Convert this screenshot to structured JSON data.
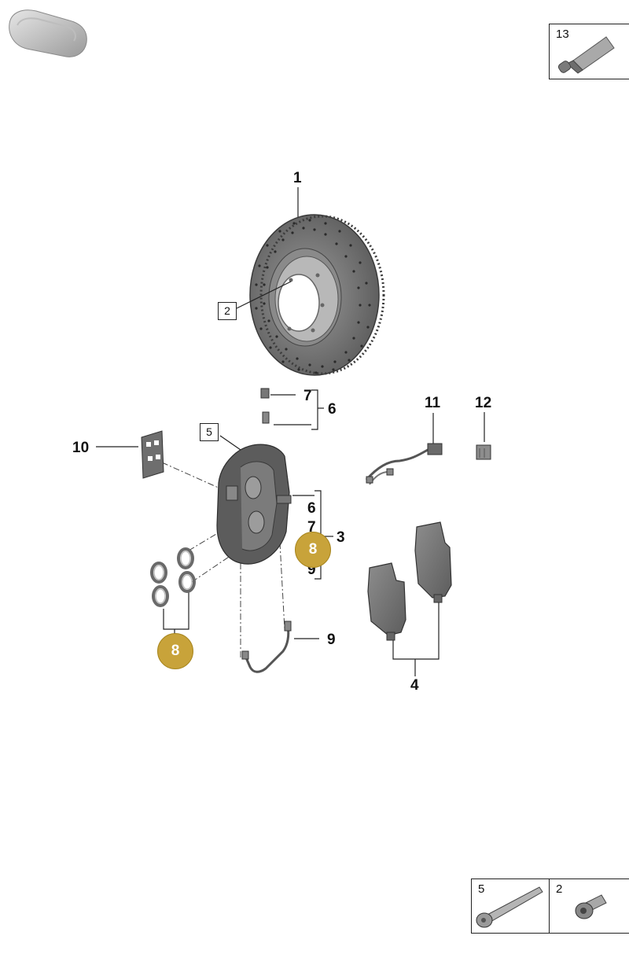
{
  "callouts": {
    "disc": "1",
    "disc_ref_box": "2",
    "caliper_assembly": "3",
    "brake_pads": "4",
    "caliper_ref_box": "5",
    "bleeder_set_top": "6",
    "bleeder_valve_top": "7",
    "seal_kit_badge_right": "8",
    "brake_line": "9",
    "pad_spring": "10",
    "wear_sensor": "11",
    "clip": "12",
    "caliper_group_6": "6",
    "caliper_group_7": "7",
    "caliper_group_9": "9",
    "seal_kit_badge_left": "8"
  },
  "lubricant_box": {
    "number": "13"
  },
  "bottom_boxes": {
    "bolt_number": "5",
    "screw_number": "2"
  },
  "colors": {
    "badge": "#c8a33a",
    "line": "#222222",
    "part_grey": "#7a7a7a"
  },
  "icons": [
    "car-silhouette-icon",
    "lubricant-tube-icon",
    "bolt-icon",
    "screw-icon"
  ]
}
